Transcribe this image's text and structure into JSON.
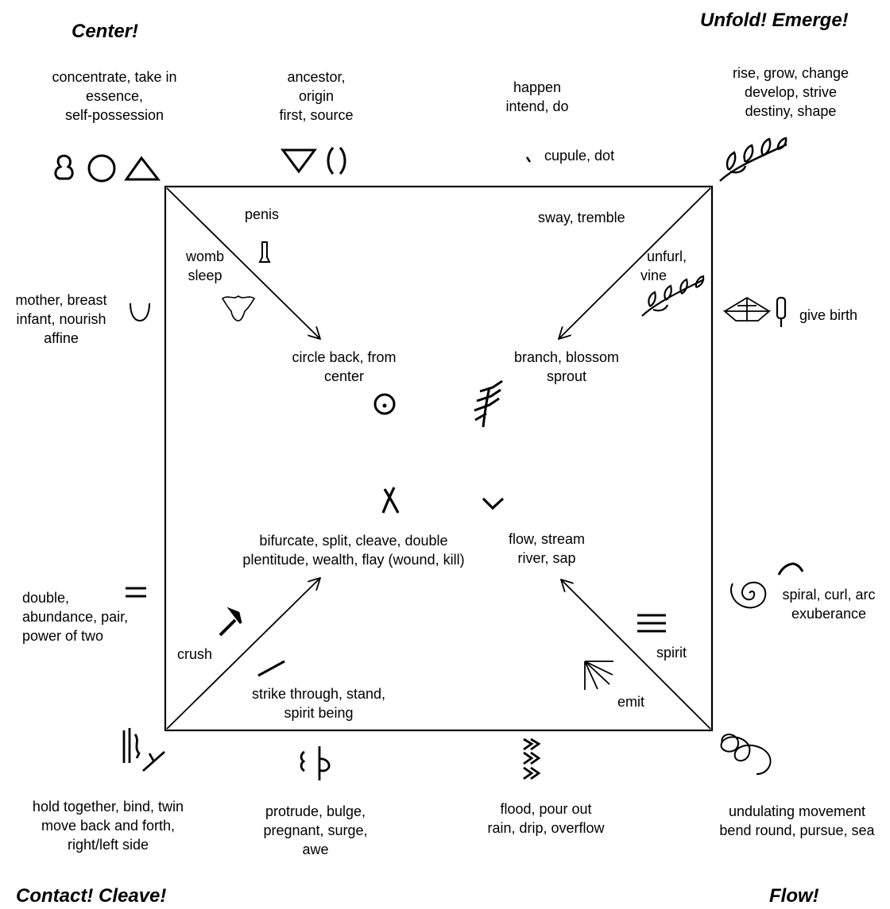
{
  "corners": {
    "top_left": "Center!",
    "top_right": "Unfold!  Emerge!",
    "bottom_left": "Contact!  Cleave!",
    "bottom_right": "Flow!"
  },
  "labels": {
    "concentrate": [
      "concentrate, take in",
      "essence,",
      "self-possession"
    ],
    "ancestor": [
      "ancestor,",
      "origin",
      "first, source"
    ],
    "happen": [
      "happen",
      "intend, do"
    ],
    "rise": [
      "rise, grow,  change",
      "develop, strive",
      "destiny, shape"
    ],
    "cupule": "cupule, dot",
    "penis": "penis",
    "womb": [
      "womb",
      "sleep"
    ],
    "sway": "sway, tremble",
    "unfurl": [
      "unfurl,",
      "vine"
    ],
    "mother": [
      "mother, breast",
      "infant, nourish",
      "affine"
    ],
    "give_birth": "give birth",
    "circle_back": [
      "circle back, from",
      "center"
    ],
    "branch": [
      "branch, blossom",
      "sprout"
    ],
    "bifurcate": [
      "bifurcate, split, cleave, double",
      "plentitude, wealth, flay (wound, kill)"
    ],
    "flow": [
      "flow, stream",
      "river, sap"
    ],
    "double": [
      "double,",
      "abundance, pair,",
      "power of two"
    ],
    "spiral": [
      "spiral, curl, arc",
      "exuberance"
    ],
    "crush": "crush",
    "spirit": "spirit",
    "strike": [
      "strike through, stand,",
      "spirit being"
    ],
    "emit": "emit",
    "hold": [
      "hold together, bind, twin",
      "move back and forth,",
      "right/left side"
    ],
    "protrude": [
      "protrude, bulge,",
      "pregnant, surge,",
      "awe"
    ],
    "flood": [
      "flood, pour out",
      "rain, drip, overflow"
    ],
    "undulating": [
      "undulating movement",
      "bend round, pursue, sea"
    ]
  },
  "symbols": [
    "breast-shape-icon",
    "circle-icon",
    "triangle-icon",
    "inverted-triangle-icon",
    "parentheses-icon",
    "dot-icon",
    "vine-icon",
    "penis-icon",
    "womb-icon",
    "u-cup-icon",
    "vine-icon",
    "boat-icon",
    "birth-icon",
    "circle-dot-icon",
    "branch-icon",
    "x-cross-icon",
    "chevron-down-icon",
    "double-line-icon",
    "spiral-icon",
    "curl-arc-icon",
    "arrow-icon",
    "triple-line-icon",
    "stroke-icon",
    "emit-lines-icon",
    "twin-icon",
    "bulge-icon",
    "zigzag-icon",
    "loops-icon"
  ],
  "colors": {
    "ink": "#000000",
    "background": "#ffffff"
  }
}
